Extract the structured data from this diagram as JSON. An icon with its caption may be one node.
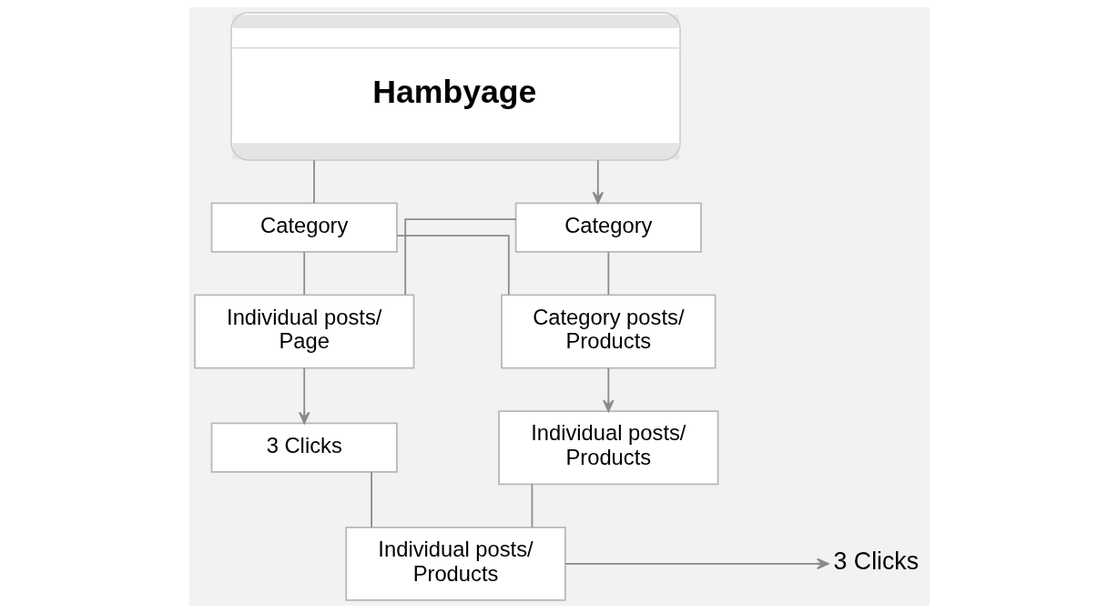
{
  "diagram": {
    "nodes": [
      {
        "text": [
          "Hambyage"
        ]
      },
      {
        "text": [
          "Category"
        ]
      },
      {
        "text": [
          "Category"
        ]
      },
      {
        "text": [
          "Individual posts/ Page"
        ]
      },
      {
        "text": [
          "3 Clicks"
        ]
      },
      {
        "text": [
          "Category posts/ Products"
        ]
      },
      {
        "text": [
          "Individual posts/ Products"
        ]
      },
      {
        "text": [
          "Individual posts/ Products"
        ]
      },
      {
        "text": [
          "3 Clicks"
        ]
      }
    ],
    "edges": [
      {
        "from": 0,
        "to": 1,
        "arrow": "none"
      },
      {
        "from": 0,
        "to": 2,
        "arrow": "to"
      },
      {
        "from": 1,
        "to": 3,
        "arrow": "none"
      },
      {
        "from": 1,
        "to": 5,
        "arrow": "none"
      },
      {
        "from": 2,
        "to": 3,
        "arrow": "none"
      },
      {
        "from": 2,
        "to": 5,
        "arrow": "none"
      },
      {
        "from": 3,
        "to": 4,
        "arrow": "to"
      },
      {
        "from": 5,
        "to": 6,
        "arrow": "to"
      },
      {
        "from": 4,
        "to": 7,
        "arrow": "none"
      },
      {
        "from": 6,
        "to": 7,
        "arrow": "none"
      },
      {
        "from": 7,
        "to": 8,
        "arrow": "to"
      }
    ]
  }
}
